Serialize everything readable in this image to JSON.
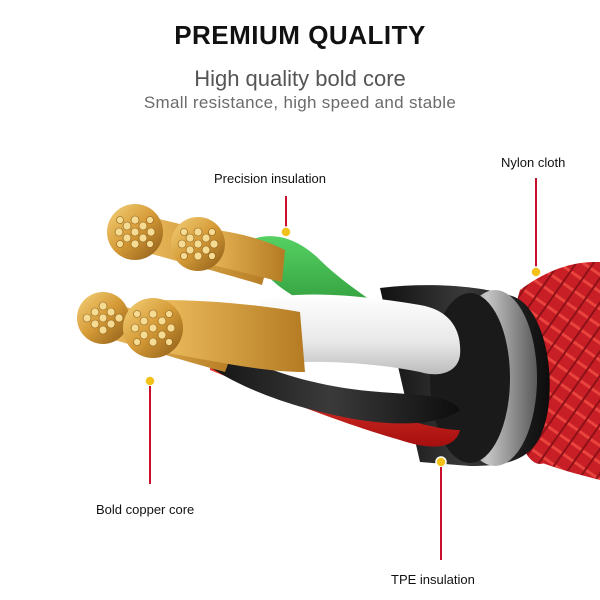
{
  "header": {
    "title": "PREMIUM QUALITY",
    "subtitle": "High quality bold core",
    "tagline": "Small resistance, high speed and stable"
  },
  "callouts": {
    "precision_insulation": "Precision insulation",
    "nylon_cloth": "Nylon cloth",
    "bold_copper_core": "Bold copper core",
    "tpe_insulation": "TPE insulation"
  },
  "colors": {
    "pointer_line": "#c8102e",
    "pointer_dot": "#f2c21b",
    "braid_red": "#d2232a",
    "copper": "#d9a13a",
    "wire_green": "#2fa83a",
    "wire_white": "#f2f2f2",
    "wire_red": "#e02020",
    "wire_black": "#1b1b1b",
    "tpe_gray": "#9a9a9a"
  },
  "icons": [
    "cable-cross-section-illustration"
  ]
}
